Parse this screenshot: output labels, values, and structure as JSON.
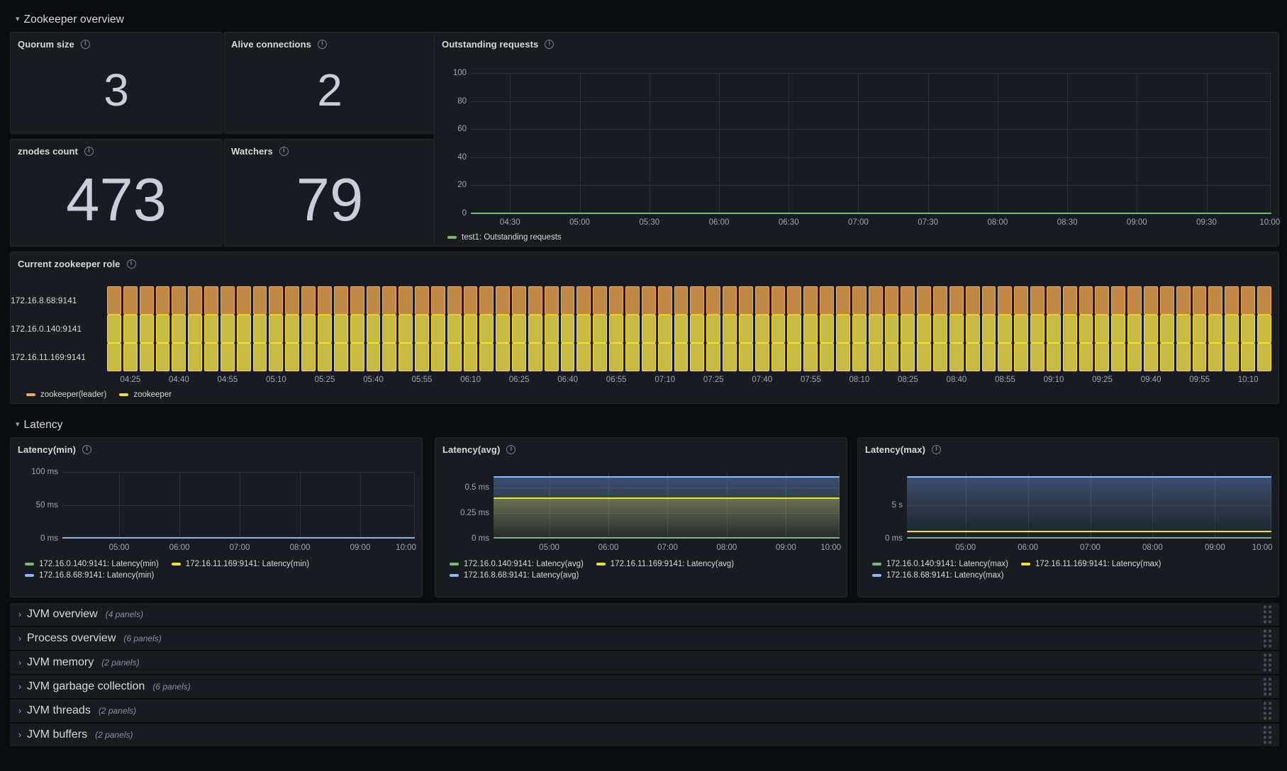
{
  "rows": {
    "zookeeper_overview": {
      "title": "Zookeeper overview",
      "caret": "chevron-down-icon"
    },
    "latency": {
      "title": "Latency",
      "caret": "chevron-down-icon"
    }
  },
  "stats": [
    {
      "title": "Quorum size",
      "value": "3",
      "info": "info-icon"
    },
    {
      "title": "Alive connections",
      "value": "2",
      "info": "info-icon"
    },
    {
      "title": "znodes count",
      "value": "473",
      "info": "info-icon"
    },
    {
      "title": "Watchers",
      "value": "79",
      "info": "info-icon"
    }
  ],
  "outstanding": {
    "title": "Outstanding requests",
    "legend": [
      {
        "label": "test1: Outstanding requests",
        "color": "#73bf69"
      }
    ]
  },
  "role_panel": {
    "title": "Current zookeeper role",
    "rows": [
      {
        "label": "172.16.8.68:9141",
        "state": "zookeeper(leader)",
        "fill": "#c08845",
        "border": "#f2a85f"
      },
      {
        "label": "172.16.0.140:9141",
        "state": "zookeeper",
        "fill": "#c8bb43",
        "border": "#fade2a"
      },
      {
        "label": "172.16.11.169:9141",
        "state": "zookeeper",
        "fill": "#c8bb43",
        "border": "#fade2a"
      }
    ],
    "legend": [
      {
        "label": "zookeeper(leader)",
        "color": "#f2a85f"
      },
      {
        "label": "zookeeper",
        "color": "#fade2a"
      }
    ],
    "xticks": [
      "04:25",
      "04:40",
      "04:55",
      "05:10",
      "05:25",
      "05:40",
      "05:55",
      "06:10",
      "06:25",
      "06:40",
      "06:55",
      "07:10",
      "07:25",
      "07:40",
      "07:55",
      "08:10",
      "08:25",
      "08:40",
      "08:55",
      "09:10",
      "09:25",
      "09:40",
      "09:55",
      "10:10"
    ]
  },
  "latency_panels": [
    {
      "title": "Latency(min)",
      "legend": [
        {
          "label": "172.16.0.140:9141: Latency(min)",
          "color": "#73bf69"
        },
        {
          "label": "172.16.11.169:9141: Latency(min)",
          "color": "#fade2a"
        },
        {
          "label": "172.16.8.68:9141: Latency(min)",
          "color": "#8ab8ff"
        }
      ]
    },
    {
      "title": "Latency(avg)",
      "legend": [
        {
          "label": "172.16.0.140:9141: Latency(avg)",
          "color": "#73bf69"
        },
        {
          "label": "172.16.11.169:9141: Latency(avg)",
          "color": "#fade2a"
        },
        {
          "label": "172.16.8.68:9141: Latency(avg)",
          "color": "#8ab8ff"
        }
      ]
    },
    {
      "title": "Latency(max)",
      "legend": [
        {
          "label": "172.16.0.140:9141: Latency(max)",
          "color": "#73bf69"
        },
        {
          "label": "172.16.11.169:9141: Latency(max)",
          "color": "#fade2a"
        },
        {
          "label": "172.16.8.68:9141: Latency(max)",
          "color": "#8ab8ff"
        }
      ]
    }
  ],
  "collapsed_rows": [
    {
      "title": "JVM overview",
      "count": "(4 panels)",
      "caret": "chevron-right-icon"
    },
    {
      "title": "Process overview",
      "count": "(6 panels)",
      "caret": "chevron-right-icon"
    },
    {
      "title": "JVM memory",
      "count": "(2 panels)",
      "caret": "chevron-right-icon"
    },
    {
      "title": "JVM garbage collection",
      "count": "(6 panels)",
      "caret": "chevron-right-icon"
    },
    {
      "title": "JVM threads",
      "count": "(2 panels)",
      "caret": "chevron-right-icon"
    },
    {
      "title": "JVM buffers",
      "count": "(2 panels)",
      "caret": "chevron-right-icon"
    }
  ],
  "chart_data": [
    {
      "type": "line",
      "title": "Outstanding requests",
      "xlabel": "",
      "ylabel": "",
      "ylim": [
        0,
        100
      ],
      "yticks": [
        0,
        20,
        40,
        60,
        80,
        100
      ],
      "ytick_labels": [
        "0",
        "20",
        "40",
        "60",
        "80",
        "100"
      ],
      "xticks": [
        "04:30",
        "05:00",
        "05:30",
        "06:00",
        "06:30",
        "07:00",
        "07:30",
        "08:00",
        "08:30",
        "09:00",
        "09:30",
        "10:00"
      ],
      "grid": true,
      "legend_position": "bottom",
      "series": [
        {
          "name": "test1: Outstanding requests",
          "color": "#73bf69",
          "constant_value": 0
        }
      ]
    },
    {
      "type": "heatmap",
      "title": "Current zookeeper role",
      "categories": [
        "172.16.8.68:9141",
        "172.16.0.140:9141",
        "172.16.11.169:9141"
      ],
      "states": [
        "zookeeper(leader)",
        "zookeeper",
        "zookeeper"
      ],
      "xticks": [
        "04:25",
        "04:40",
        "04:55",
        "05:10",
        "05:25",
        "05:40",
        "05:55",
        "06:10",
        "06:25",
        "06:40",
        "06:55",
        "07:10",
        "07:25",
        "07:40",
        "07:55",
        "08:10",
        "08:25",
        "08:40",
        "08:55",
        "09:10",
        "09:25",
        "09:40",
        "09:55",
        "10:10"
      ],
      "legend_position": "bottom"
    },
    {
      "type": "line",
      "title": "Latency(min)",
      "ylim": [
        0,
        100
      ],
      "yticks": [
        0,
        50,
        100
      ],
      "ytick_labels": [
        "0 ms",
        "50 ms",
        "100 ms"
      ],
      "xticks": [
        "05:00",
        "06:00",
        "07:00",
        "08:00",
        "09:00",
        "10:00"
      ],
      "grid": true,
      "legend_position": "bottom",
      "series": [
        {
          "name": "172.16.0.140:9141: Latency(min)",
          "color": "#73bf69",
          "constant_value": 0
        },
        {
          "name": "172.16.11.169:9141: Latency(min)",
          "color": "#fade2a",
          "constant_value": 0
        },
        {
          "name": "172.16.8.68:9141: Latency(min)",
          "color": "#8ab8ff",
          "constant_value": 0
        }
      ]
    },
    {
      "type": "area",
      "title": "Latency(avg)",
      "ylim": [
        0,
        0.6
      ],
      "yticks": [
        0,
        0.25,
        0.5
      ],
      "ytick_labels": [
        "0 ms",
        "0.25 ms",
        "0.5 ms"
      ],
      "xticks": [
        "05:00",
        "06:00",
        "07:00",
        "08:00",
        "09:00",
        "10:00"
      ],
      "grid": true,
      "legend_position": "bottom",
      "series": [
        {
          "name": "172.16.0.140:9141: Latency(avg)",
          "color": "#73bf69",
          "constant_value": 0.0
        },
        {
          "name": "172.16.11.169:9141: Latency(avg)",
          "color": "#fade2a",
          "constant_value": 0.36
        },
        {
          "name": "172.16.8.68:9141: Latency(avg)",
          "color": "#8ab8ff",
          "constant_value": 0.56
        }
      ]
    },
    {
      "type": "area",
      "title": "Latency(max)",
      "ylim": [
        0,
        8.2
      ],
      "yticks": [
        0,
        5
      ],
      "ytick_labels": [
        "0 ms",
        "5 s"
      ],
      "xticks": [
        "05:00",
        "06:00",
        "07:00",
        "08:00",
        "09:00",
        "10:00"
      ],
      "grid": true,
      "legend_position": "bottom",
      "series": [
        {
          "name": "172.16.0.140:9141: Latency(max)",
          "color": "#73bf69",
          "constant_value": 0.0
        },
        {
          "name": "172.16.11.169:9141: Latency(max)",
          "color": "#fade2a",
          "constant_value": 0.4
        },
        {
          "name": "172.16.8.68:9141: Latency(max)",
          "color": "#8ab8ff",
          "constant_value": 7.7
        }
      ]
    }
  ]
}
